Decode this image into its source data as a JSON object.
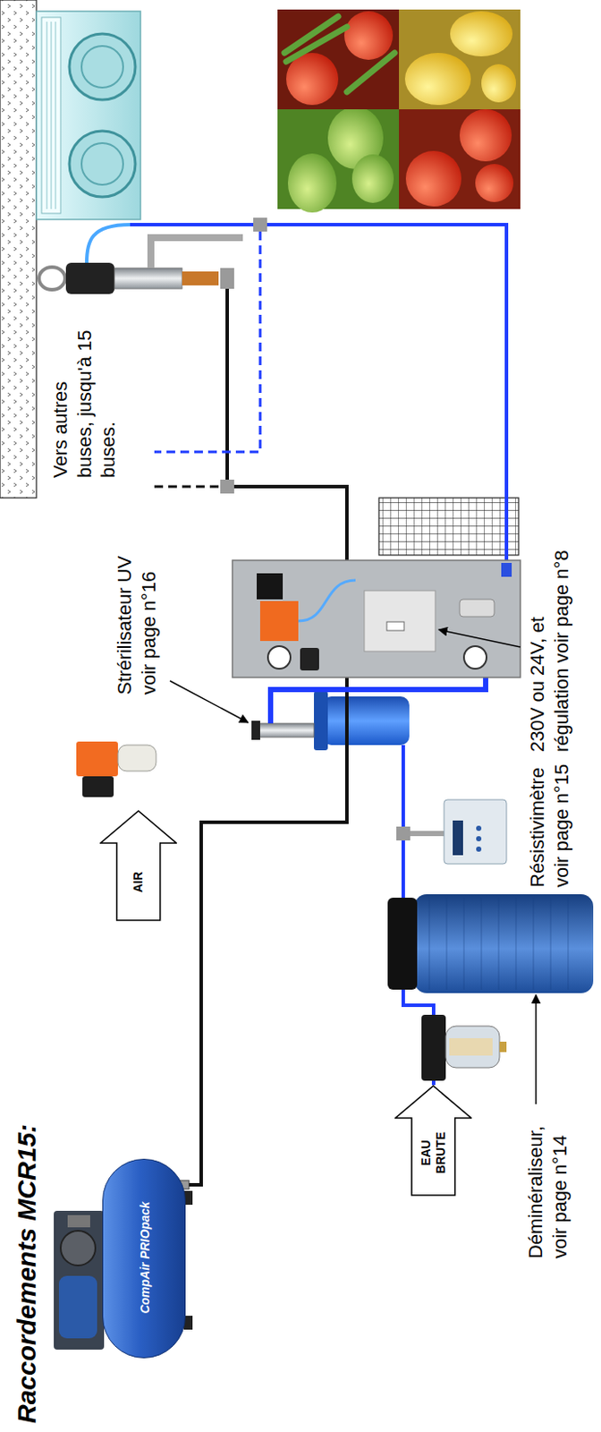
{
  "diagram": {
    "title": "Raccordements MCR15:",
    "nodes": [
      {
        "text": [
          "CompAir PRIOpack"
        ]
      },
      {
        "text": [
          "AIR"
        ]
      },
      {
        "text": [
          "EAU BRUTE"
        ]
      }
    ],
    "labels": [
      "Strérilisateur UV voir page n°16",
      "Vers autres buses, jusqu'à 15 buses.",
      "230V ou 24V, et régulation voir page n°8",
      "Résistivimètre voir page n°15",
      "Déminéraliseur, voir page n°14"
    ]
  }
}
